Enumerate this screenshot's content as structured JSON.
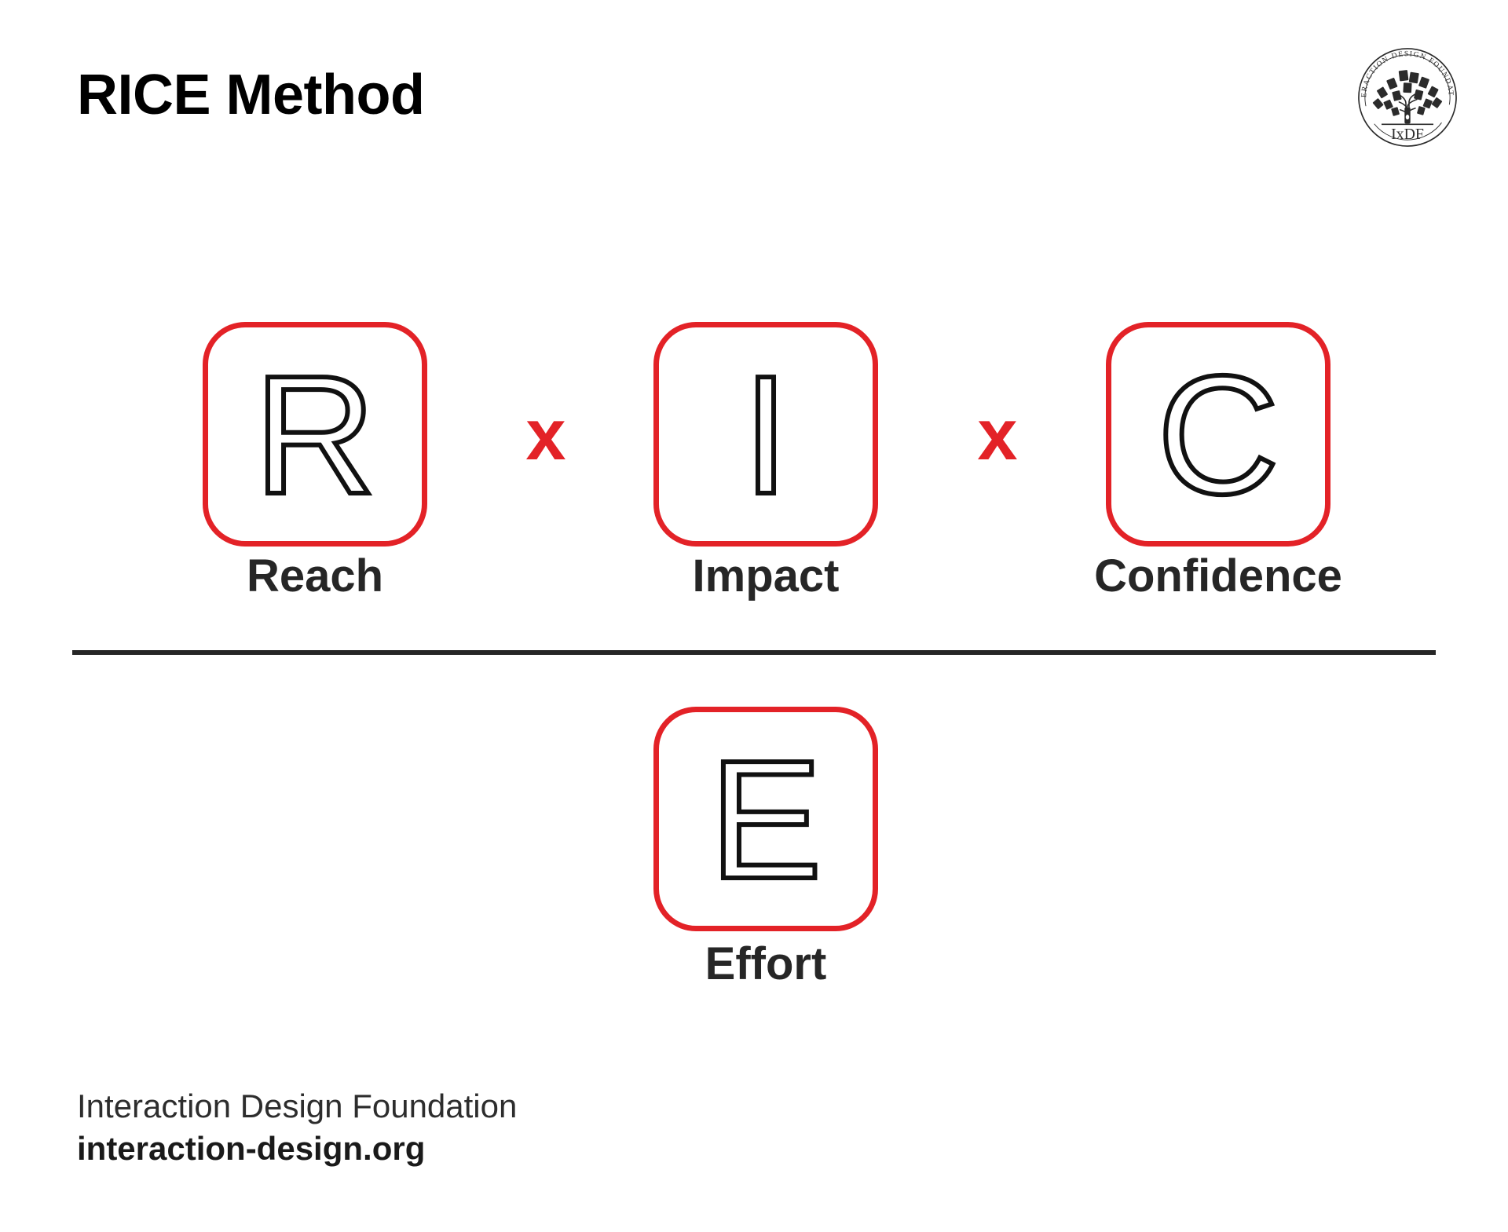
{
  "page": {
    "title": "RICE Method",
    "background_color": "#ffffff"
  },
  "colors": {
    "accent_red": "#e32227",
    "text_dark": "#262626",
    "title_black": "#000000",
    "divider": "#262626"
  },
  "logo": {
    "name": "ixdf-seal-logo",
    "ring_text": "INTERACTION DESIGN FOUNDATION",
    "monogram": "IxDF",
    "emblem": "tree-with-book-leaves"
  },
  "formula": {
    "numerator": [
      {
        "letter": "R",
        "label": "Reach",
        "icon": "letter-r-outline"
      },
      {
        "letter": "I",
        "label": "Impact",
        "icon": "letter-i-outline"
      },
      {
        "letter": "C",
        "label": "Confidence",
        "icon": "letter-c-outline"
      }
    ],
    "operators": [
      "x",
      "x"
    ],
    "denominator": {
      "letter": "E",
      "label": "Effort",
      "icon": "letter-e-outline"
    }
  },
  "footer": {
    "organization": "Interaction Design Foundation",
    "website": "interaction-design.org"
  }
}
